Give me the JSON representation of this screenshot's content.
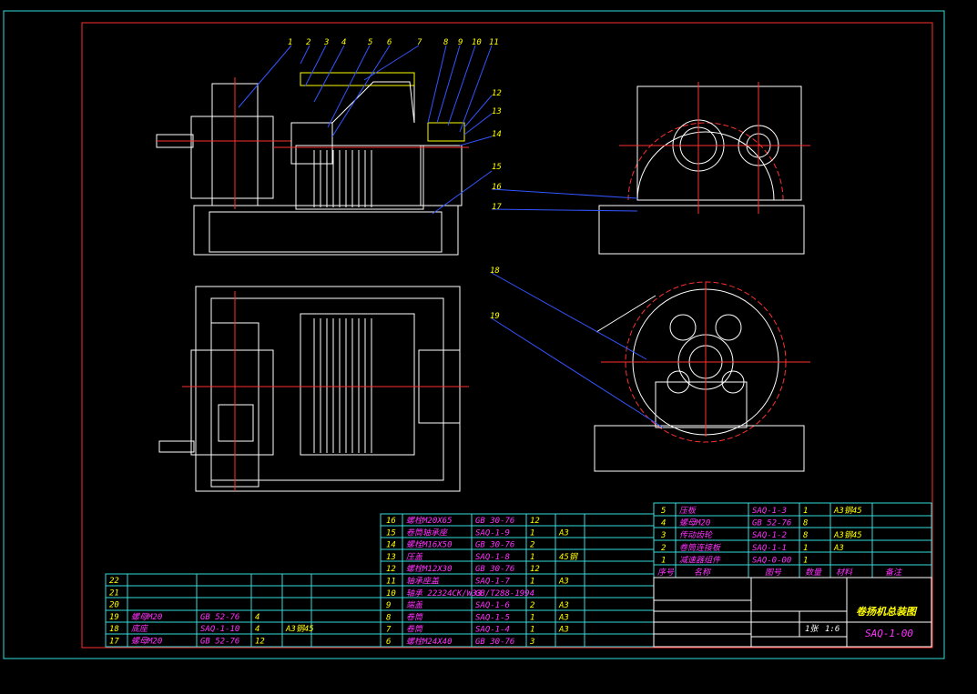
{
  "colors": {
    "frame": "#ff3030",
    "cyan": "#33dddd",
    "yellow": "#ffff00",
    "magenta": "#ff33ff",
    "white": "#ffffff",
    "green": "#33ff33",
    "blue": "#3355ff"
  },
  "drawing": {
    "title": "卷扬机总装图",
    "code": "SAQ-1-00",
    "scale": "1:6",
    "sheet": "1张"
  },
  "balloons": [
    "1",
    "2",
    "3",
    "4",
    "5",
    "6",
    "7",
    "8",
    "9",
    "10",
    "11",
    "12",
    "13",
    "14",
    "15",
    "16",
    "17",
    "18",
    "19"
  ],
  "parts_mid": [
    {
      "no": "16",
      "name": "螺栓M20X65",
      "std": "GB 30-76",
      "qty": "12",
      "mat": ""
    },
    {
      "no": "15",
      "name": "卷筒轴承座",
      "std": "SAQ-1-9",
      "qty": "1",
      "mat": "A3"
    },
    {
      "no": "14",
      "name": "螺栓M16X50",
      "std": "GB 30-76",
      "qty": "2",
      "mat": ""
    },
    {
      "no": "13",
      "name": "压盖",
      "std": "SAQ-1-8",
      "qty": "1",
      "mat": "45钢"
    },
    {
      "no": "12",
      "name": "螺栓M12X30",
      "std": "GB 30-76",
      "qty": "12",
      "mat": ""
    },
    {
      "no": "11",
      "name": "轴承座盖",
      "std": "SAQ-1-7",
      "qty": "1",
      "mat": "A3"
    },
    {
      "no": "10",
      "name": "轴承 22324CK/W33",
      "std": "GB/T288-1994",
      "qty": "",
      "mat": ""
    },
    {
      "no": "9",
      "name": "端盖",
      "std": "SAQ-1-6",
      "qty": "2",
      "mat": "A3"
    },
    {
      "no": "8",
      "name": "卷筒",
      "std": "SAQ-1-5",
      "qty": "1",
      "mat": "A3"
    },
    {
      "no": "7",
      "name": "卷筒",
      "std": "SAQ-1-4",
      "qty": "1",
      "mat": "A3"
    },
    {
      "no": "6",
      "name": "螺栓M24X40",
      "std": "GB 30-76",
      "qty": "3",
      "mat": ""
    }
  ],
  "parts_left": [
    {
      "no": "22",
      "name": "",
      "std": "",
      "qty": "",
      "mat": ""
    },
    {
      "no": "21",
      "name": "",
      "std": "",
      "qty": "",
      "mat": ""
    },
    {
      "no": "20",
      "name": "",
      "std": "",
      "qty": "",
      "mat": ""
    },
    {
      "no": "19",
      "name": "螺母M20",
      "std": "GB 52-76",
      "qty": "4",
      "mat": ""
    },
    {
      "no": "18",
      "name": "底座",
      "std": "SAQ-1-10",
      "qty": "4",
      "mat": "A3钢45"
    },
    {
      "no": "17",
      "name": "螺母M20",
      "std": "GB 52-76",
      "qty": "12",
      "mat": ""
    }
  ],
  "parts_right": [
    {
      "no": "5",
      "name": "压板",
      "std": "SAQ-1-3",
      "qty": "1",
      "mat": "A3钢45"
    },
    {
      "no": "4",
      "name": "螺母M20",
      "std": "GB 52-76",
      "qty": "8",
      "mat": ""
    },
    {
      "no": "3",
      "name": "传动齿轮",
      "std": "SAQ-1-2",
      "qty": "8",
      "mat": "A3钢45"
    },
    {
      "no": "2",
      "name": "卷筒连接板",
      "std": "SAQ-1-1",
      "qty": "1",
      "mat": "A3"
    },
    {
      "no": "1",
      "name": "减速器组件",
      "std": "SAQ-0-00",
      "qty": "1",
      "mat": ""
    }
  ],
  "parts_header": {
    "no": "序号",
    "name": "名称",
    "std": "图号",
    "qty": "数量",
    "mat": "材料",
    "note": "备注"
  }
}
